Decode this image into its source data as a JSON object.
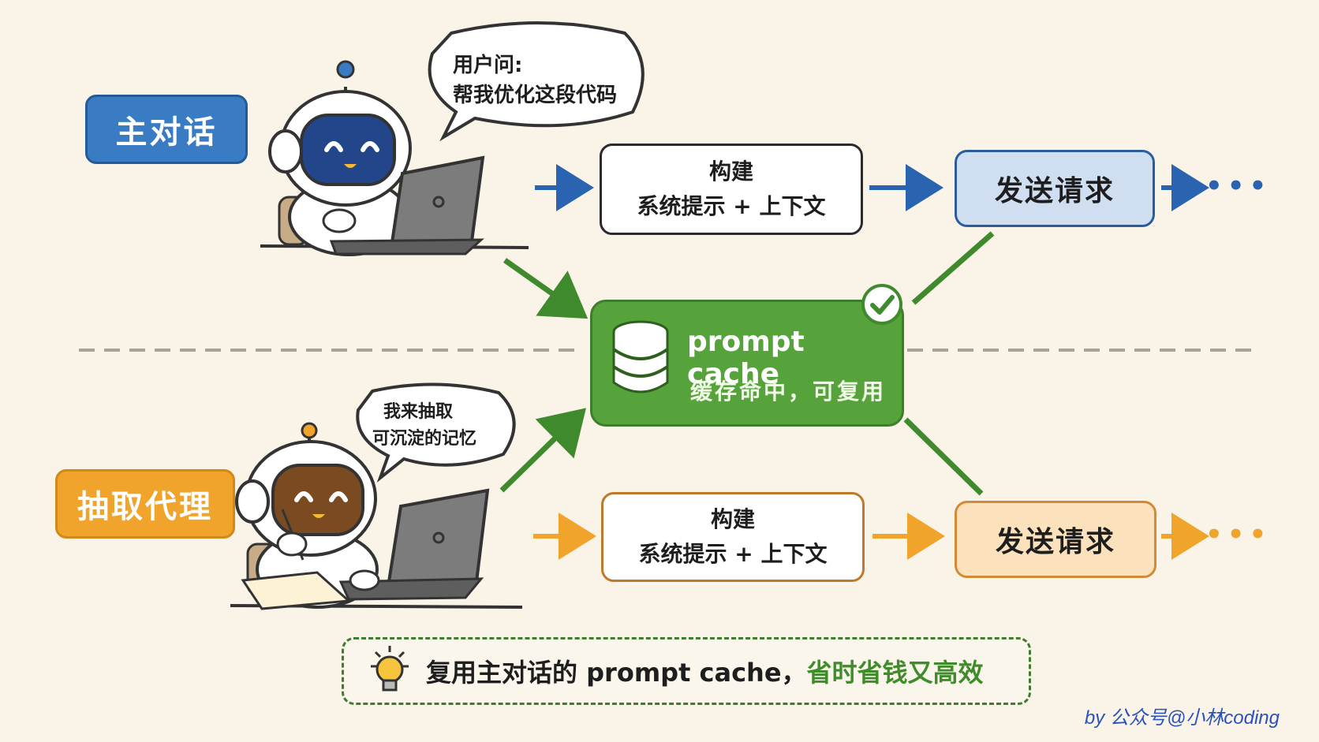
{
  "lanes": {
    "main": "主对话",
    "extract": "抽取代理"
  },
  "main_bubble": {
    "line1": "用户问:",
    "line2": "帮我优化这段代码"
  },
  "extract_bubble": {
    "line1": "我来抽取",
    "line2": "可沉淀的记忆"
  },
  "build_step": {
    "line1": "构建",
    "line2": "系统提示 + 上下文"
  },
  "send_label": "发送请求",
  "ellipsis": "•••",
  "cache": {
    "title": "prompt cache",
    "subtitle": "缓存命中，可复用"
  },
  "tip": {
    "prefix": "复用主对话的 prompt cache，",
    "highlight": "省时省钱又高效"
  },
  "credit": "by 公众号@小林coding",
  "colors": {
    "blue_accent": "#2a64b0",
    "orange_accent": "#f0a42c",
    "green_accent": "#3f8a2c"
  }
}
